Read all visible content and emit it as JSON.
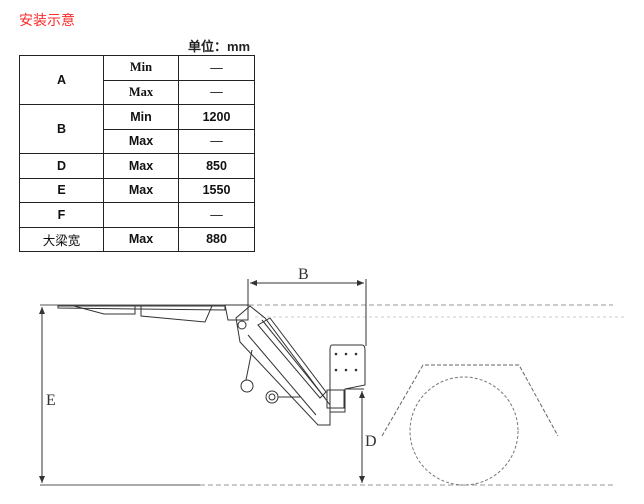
{
  "title": "安装示意",
  "unit": "单位：mm",
  "table": {
    "rows": [
      {
        "label": "A",
        "type": "Min",
        "value": "—"
      },
      {
        "label": "A",
        "type": "Max",
        "value": "—"
      },
      {
        "label": "B",
        "type": "Min",
        "value": "1200"
      },
      {
        "label": "B",
        "type": "Max",
        "value": "—"
      },
      {
        "label": "D",
        "type": "Max",
        "value": "850"
      },
      {
        "label": "E",
        "type": "Max",
        "value": "1550"
      },
      {
        "label": "F",
        "type": "",
        "value": "—"
      },
      {
        "label": "大梁宽",
        "type": "Max",
        "value": "880"
      }
    ]
  },
  "diagram": {
    "label_b": "B",
    "label_d": "D",
    "label_e": "E"
  }
}
